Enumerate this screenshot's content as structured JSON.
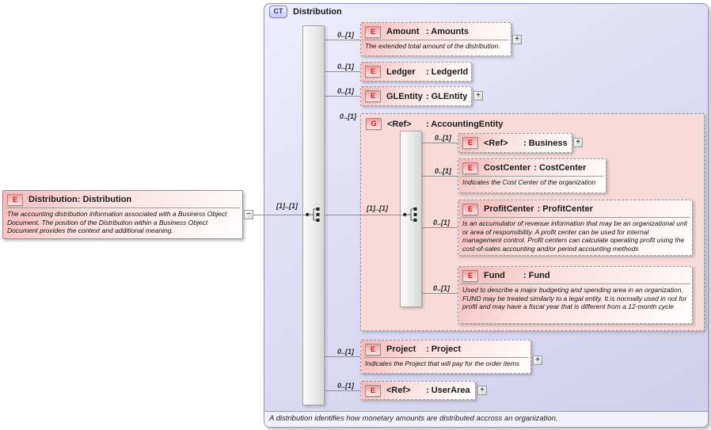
{
  "root": {
    "icon": "E",
    "name": "Distribution",
    "type": ": Distribution",
    "description": "The accounting distribution information associated with a Business Object Document. The position of the Distribution within a Business Object Document provides the context and additional meaning.",
    "collapse_glyph": "−",
    "cardinality": "[1]..[1]"
  },
  "ct": {
    "badge": "CT",
    "title": "Distribution",
    "footer": "A distribution identifies how monetary amounts are distributed accross an organization."
  },
  "elements": {
    "amount": {
      "icon": "E",
      "name": "Amount",
      "type": ": Amounts",
      "cardinality": "0..[1]",
      "description": "The extended total amount of the distribution.",
      "expand_glyph": "+"
    },
    "ledger": {
      "icon": "E",
      "name": "Ledger",
      "type": ": LedgerId",
      "cardinality": "0..[1]"
    },
    "glentity": {
      "icon": "E",
      "name": "GLEntity",
      "type": ": GLEntity",
      "cardinality": "0..[1]",
      "expand_glyph": "+"
    },
    "group": {
      "icon": "G",
      "name": "<Ref>",
      "type": ": AccountingEntity",
      "cardinality": "0..[1]",
      "sequence_cardinality": "[1]..[1]"
    },
    "business": {
      "icon": "E",
      "name": "<Ref>",
      "type": ": Business",
      "cardinality": "0..[1]",
      "expand_glyph": "+"
    },
    "costcenter": {
      "icon": "E",
      "name": "CostCenter",
      "type": ": CostCenter",
      "cardinality": "0..[1]",
      "description": "Indicates the Cost Center of the organization"
    },
    "profitcenter": {
      "icon": "E",
      "name": "ProfitCenter",
      "type": ": ProfitCenter",
      "cardinality": "0..[1]",
      "description": "Is an accumulator of revenue information that may be an organizational unit or area of responsibility.  A profit center can be used for internal management control.  Profit centers can calculate operating profit using the cost-of-sales accounting and/or period accounting methods"
    },
    "fund": {
      "icon": "E",
      "name": "Fund",
      "type": ": Fund",
      "cardinality": "0..[1]",
      "description": "Used to describe a major budgeting and spending area in an organization, FUND may be treated similarly to a legal entity.  It is normally used in not for profit and may have a fiscal year that is different from a 12-month cycle"
    },
    "project": {
      "icon": "E",
      "name": "Project",
      "type": ": Project",
      "cardinality": "0..[1]",
      "description": "Indicates the Project that will pay for the order items",
      "expand_glyph": "+"
    },
    "userarea": {
      "icon": "E",
      "name": "<Ref>",
      "type": ": UserArea",
      "cardinality": "0..[1]",
      "expand_glyph": "+"
    }
  },
  "colors": {
    "ct_fill": "#dcdcf3",
    "ct_border": "#9595bf",
    "group_fill": "#f8dada",
    "node_pink": "#f4b8b8",
    "icon_letter_red": "#c81f1f",
    "badge_blue": "#2d2d9e",
    "line_gray": "#8f8f8f"
  }
}
